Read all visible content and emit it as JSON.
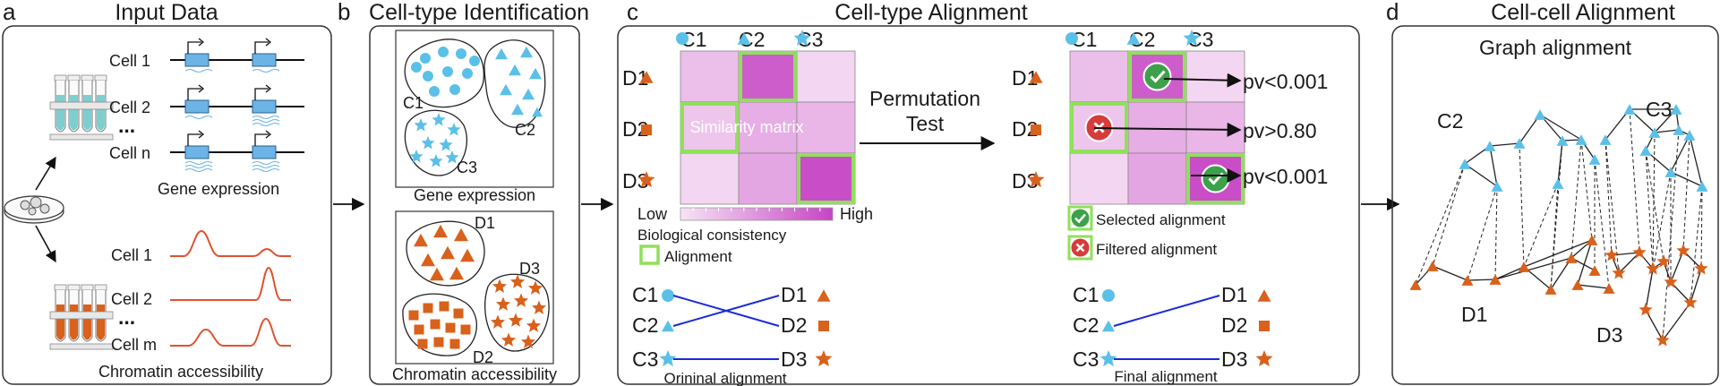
{
  "colors": {
    "blue": "#5bc0e8",
    "orange": "#d8611c",
    "red": "#e0522f",
    "green": "#8fe05a",
    "check_green": "#3da04a",
    "cross_red": "#d63c3c",
    "magenta": "#c645c4",
    "line_blue": "#1a2bd6"
  },
  "panel_a": {
    "letter": "a",
    "title": "Input Data",
    "gene_cells": [
      "Cell 1",
      "Cell 2",
      "...",
      "Cell n"
    ],
    "gene_caption": "Gene expression",
    "chrom_cells": [
      "Cell 1",
      "Cell 2",
      "...",
      "Cell m"
    ],
    "chrom_caption": "Chromatin accessibility"
  },
  "panel_b": {
    "letter": "b",
    "title": "Cell-type Identification",
    "gene_clusters": [
      "C1",
      "C2",
      "C3"
    ],
    "gene_caption": "Gene expression",
    "chrom_clusters": [
      "D1",
      "D2",
      "D3"
    ],
    "chrom_caption": "Chromatin accessibility"
  },
  "panel_c": {
    "letter": "c",
    "title": "Cell-type Alignment",
    "col_labels": [
      "C1",
      "C2",
      "C3"
    ],
    "row_labels": [
      "D1",
      "D2",
      "D3"
    ],
    "matrix_label": "Similarity matrix",
    "similarity": [
      [
        0.25,
        0.85,
        0.1
      ],
      [
        0.2,
        0.35,
        0.3
      ],
      [
        0.1,
        0.4,
        0.95
      ]
    ],
    "aligned_cells": [
      [
        0,
        1
      ],
      [
        1,
        0
      ],
      [
        2,
        2
      ]
    ],
    "colorbar_low": "Low",
    "colorbar_high": "High",
    "colorbar_caption": "Biological consistency",
    "legend_alignment": "Alignment",
    "test_line1": "Permutation",
    "test_line2": "Test",
    "pvalues": [
      "pv<0.001",
      "pv>0.80",
      "pv<0.001"
    ],
    "legend_selected": "Selected alignment",
    "legend_filtered": "Filtered alignment",
    "original_caption": "Orininal alignment",
    "final_caption": "Final alignment"
  },
  "panel_d": {
    "letter": "d",
    "title": "Cell-cell Alignment",
    "subtitle": "Graph alignment",
    "labels": [
      "C2",
      "C3",
      "D1",
      "D3"
    ]
  }
}
